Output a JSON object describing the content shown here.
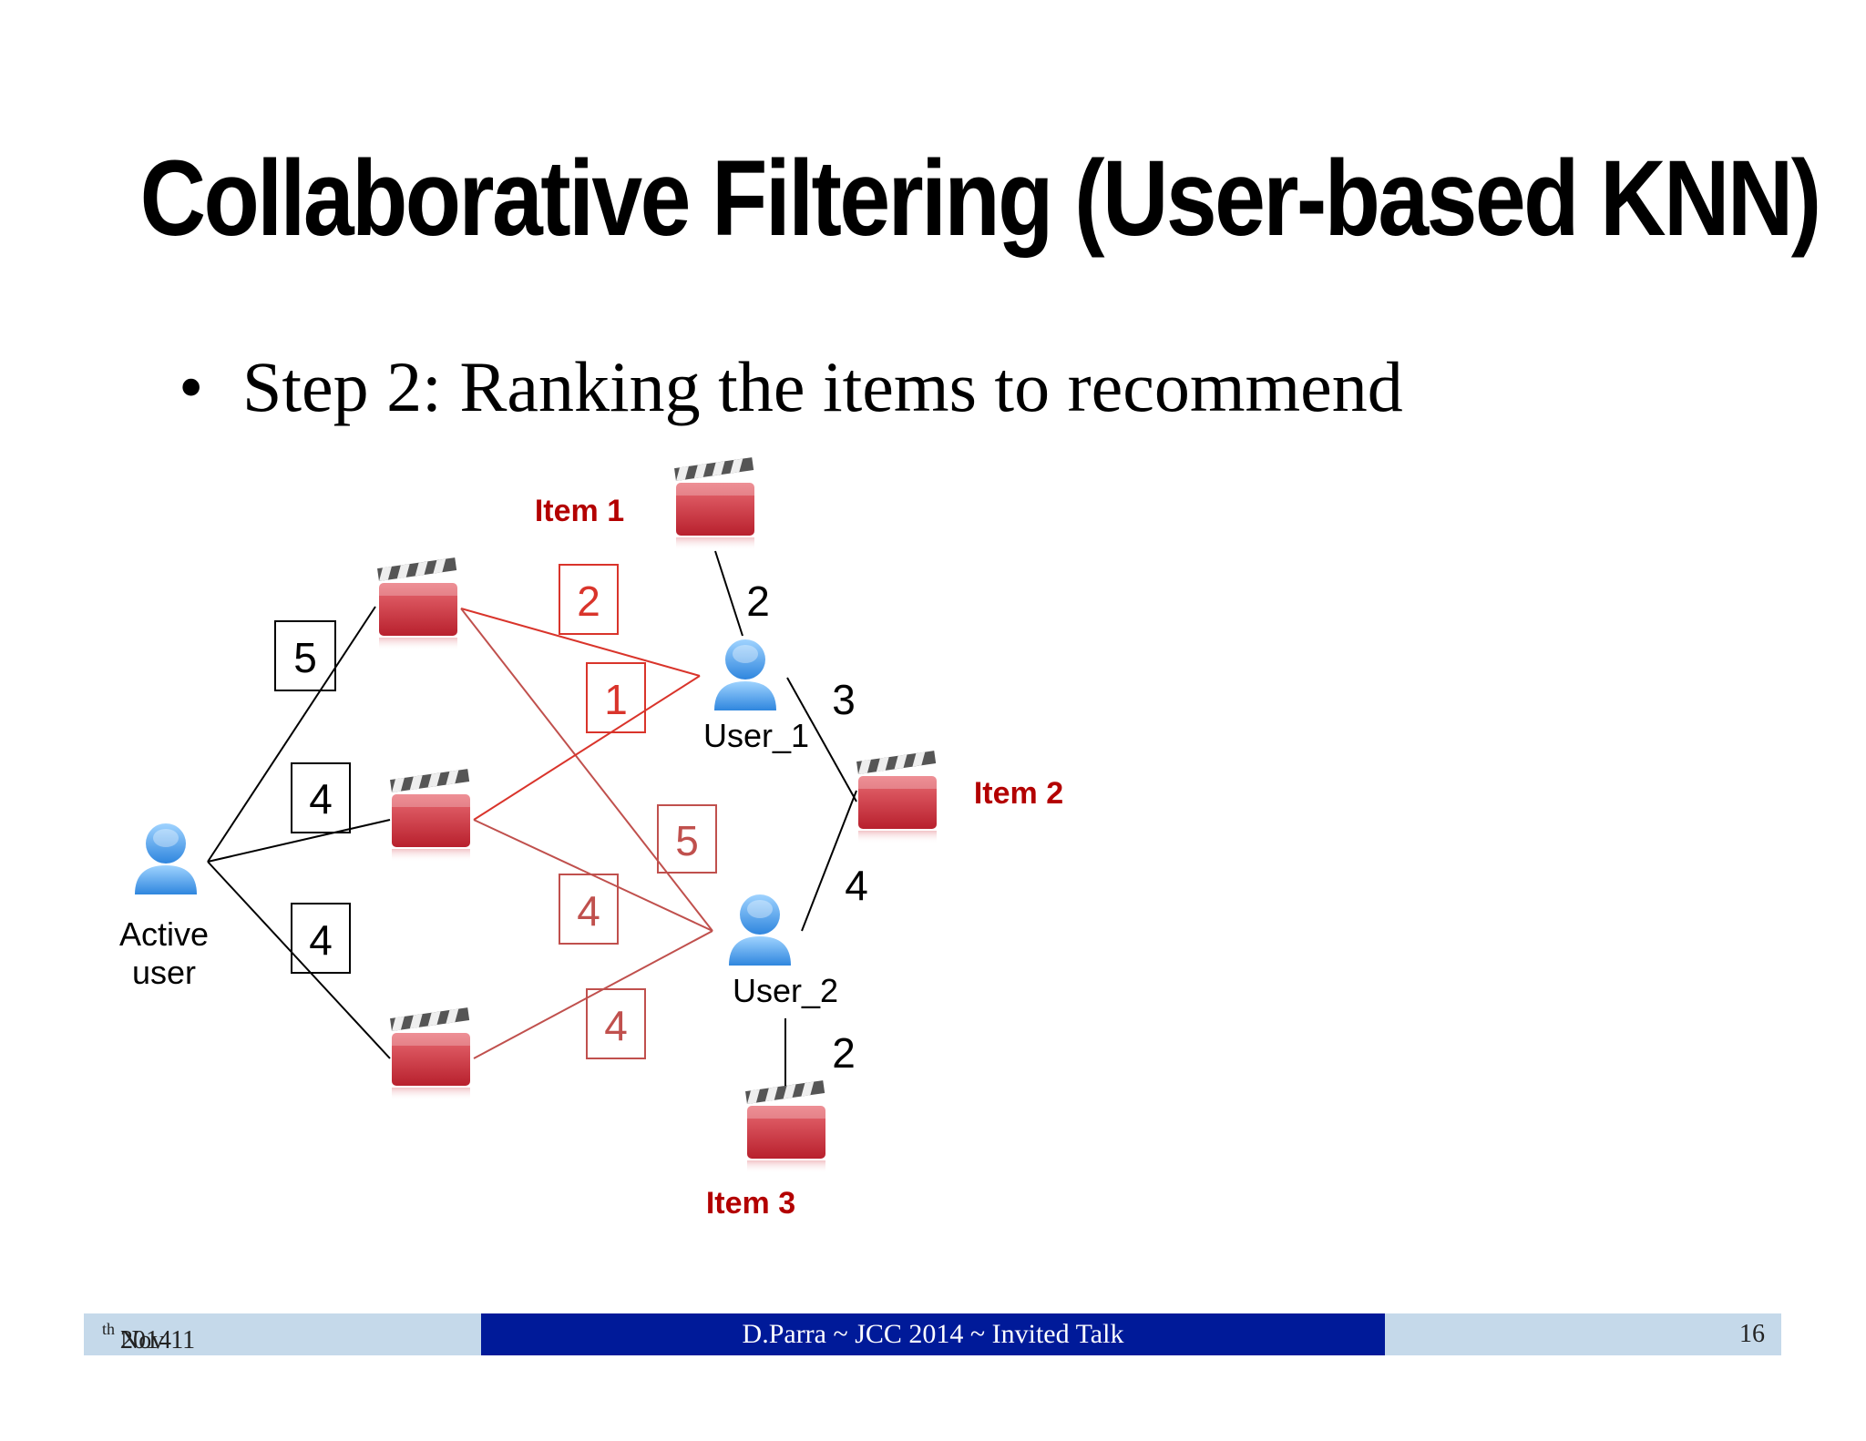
{
  "slide": {
    "title": "Collaborative Filtering (User-based KNN)",
    "bullet": "Step 2: Ranking the items to recommend"
  },
  "diagram": {
    "active_user_label_1": "Active",
    "active_user_label_2": "user",
    "user1_label": "User_1",
    "user2_label": "User_2",
    "item1_label": "Item 1",
    "item2_label": "Item 2",
    "item3_label": "Item 3",
    "active_ratings": [
      "5",
      "4",
      "4"
    ],
    "red_ratings": [
      "2",
      "1",
      "5",
      "4",
      "4"
    ],
    "edge_ratings": {
      "user1_item1": "2",
      "user1_item2": "3",
      "user2_item2": "4",
      "user2_item3": "2"
    },
    "colors": {
      "black": "#000000",
      "red_label": "#b30000",
      "red_line": "#d9342b",
      "red_line_soft": "#c0504d",
      "user_blue": "#3a9be8",
      "clapper_red": "#d9434f"
    }
  },
  "footer": {
    "date_main": "Nov 11",
    "date_sup": "th",
    "date_year": " 2014",
    "center": "D.Parra ~ JCC 2014 ~ Invited Talk",
    "page": "16"
  }
}
